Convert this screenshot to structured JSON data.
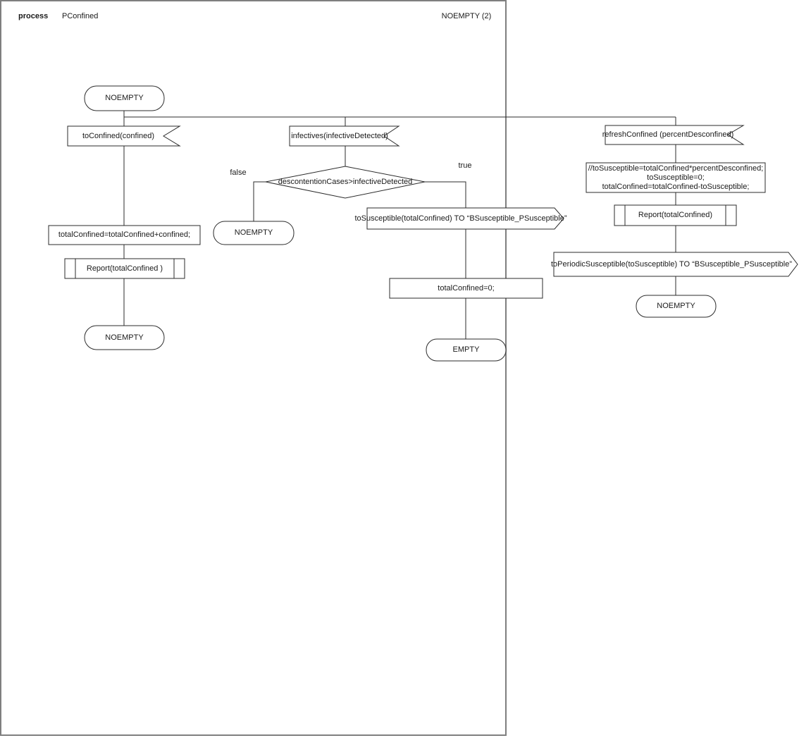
{
  "header": {
    "kind": "process",
    "name": "PConfined",
    "page": "NOEMPTY (2)"
  },
  "branch_confined": {
    "start_state": "NOEMPTY",
    "input_signal": "toConfined(confined)",
    "task": "totalConfined=totalConfined+confined;",
    "procedure_call": "Report(totalConfined )",
    "next_state": "NOEMPTY"
  },
  "branch_infectives": {
    "input_signal": "infectives(infectiveDetected)",
    "decision": "descontentionCases>infectiveDetected",
    "branch_false_label": "false",
    "branch_true_label": "true",
    "false_state": "NOEMPTY",
    "output_signal": "toSusceptible(totalConfined) TO “BSusceptible_PSusceptible”",
    "task": "totalConfined=0;",
    "end_state": "EMPTY"
  },
  "branch_refresh": {
    "input_signal": "refreshConfined (percentDesconfined)",
    "task_lines": [
      "//toSusceptible=totalConfined*percentDesconfined;",
      "toSusceptible=0;",
      "totalConfined=totalConfined-toSusceptible;"
    ],
    "procedure_call": "Report(totalConfined)",
    "output_signal": "toPeriodicSusceptible(toSusceptible) TO “BSusceptible_PSusceptible”",
    "next_state": "NOEMPTY"
  },
  "colors": {
    "stroke": "#2b2b2b",
    "frame": "#7f7f7f",
    "background": "#ffffff"
  }
}
